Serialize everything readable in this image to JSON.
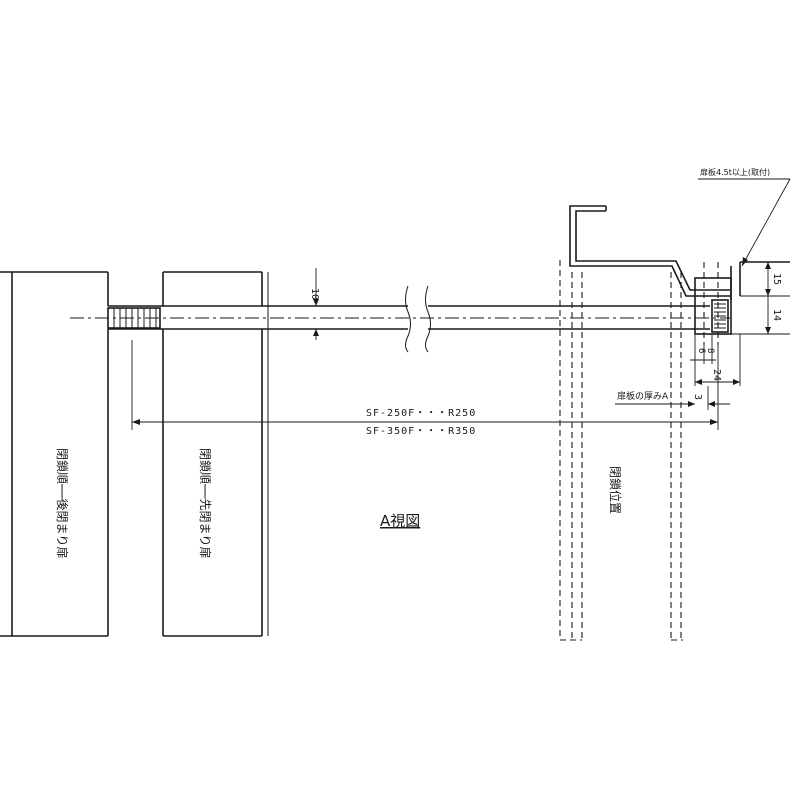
{
  "labels": {
    "thickness_note": "扉板4.5t以上(取付)",
    "dim_10": "10",
    "dim_15": "15",
    "dim_14": "14",
    "dim_6": "6",
    "dim_8": "8",
    "dim_24": "24",
    "door_thickness": "扉板の厚みA",
    "dim_3": "3",
    "model_250": "SF-250F・・・R250",
    "model_350": "SF-350F・・・R350",
    "view_a": "A視図",
    "left_door": "閉鎖順──後閉まり扉",
    "middle_door": "閉鎖順──先閉まり扉",
    "lock_position": "閉鎖位置"
  }
}
